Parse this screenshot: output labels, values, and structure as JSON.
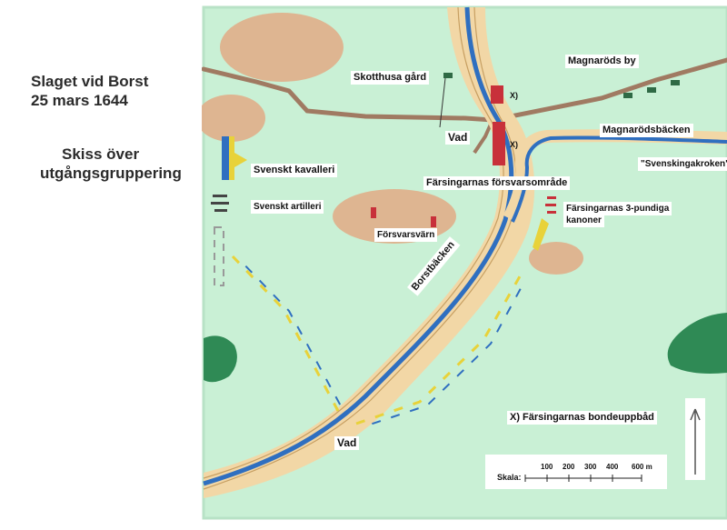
{
  "title": {
    "line1": "Slaget vid Borst",
    "line2": "25 mars 1644",
    "subtitle1": "Skiss över",
    "subtitle2": "utgångsgruppering"
  },
  "labels": {
    "skotthusa": "Skotthusa gård",
    "magnarods_by": "Magnaröds by",
    "magnarodsbacken": "Magnarödsbäcken",
    "svenskingakroken": "\"Svenskingakroken\"",
    "vad_top": "Vad",
    "vad_bottom": "Vad",
    "x_top": "X)",
    "x_mid": "X)",
    "svenskt_kavalleri": "Svenskt kavalleri",
    "svenskt_artilleri": "Svenskt artilleri",
    "forsvarsomrade": "Färsingarnas försvarsområde",
    "kanoner_line1": "Färsingarnas 3-pundiga",
    "kanoner_line2": "kanoner",
    "forsvarsvarn": "Försvarsvärn",
    "borstbacken": "Borstbäcken",
    "bondeuppbad": "X) Färsingarnas bondeuppbåd"
  },
  "scale": {
    "label": "Skala:",
    "ticks": [
      "100",
      "200",
      "300",
      "400",
      "600 m"
    ]
  },
  "colors": {
    "meadow": "#c8f0d4",
    "stream": "#2f6fc0",
    "bank": "#f2d7a6",
    "hill": "#e0ae8a",
    "road": "#a07a62",
    "forest": "#2f8a55",
    "swedish": "#e8d23a",
    "danish": "#c8303a",
    "compass": "#555555"
  }
}
